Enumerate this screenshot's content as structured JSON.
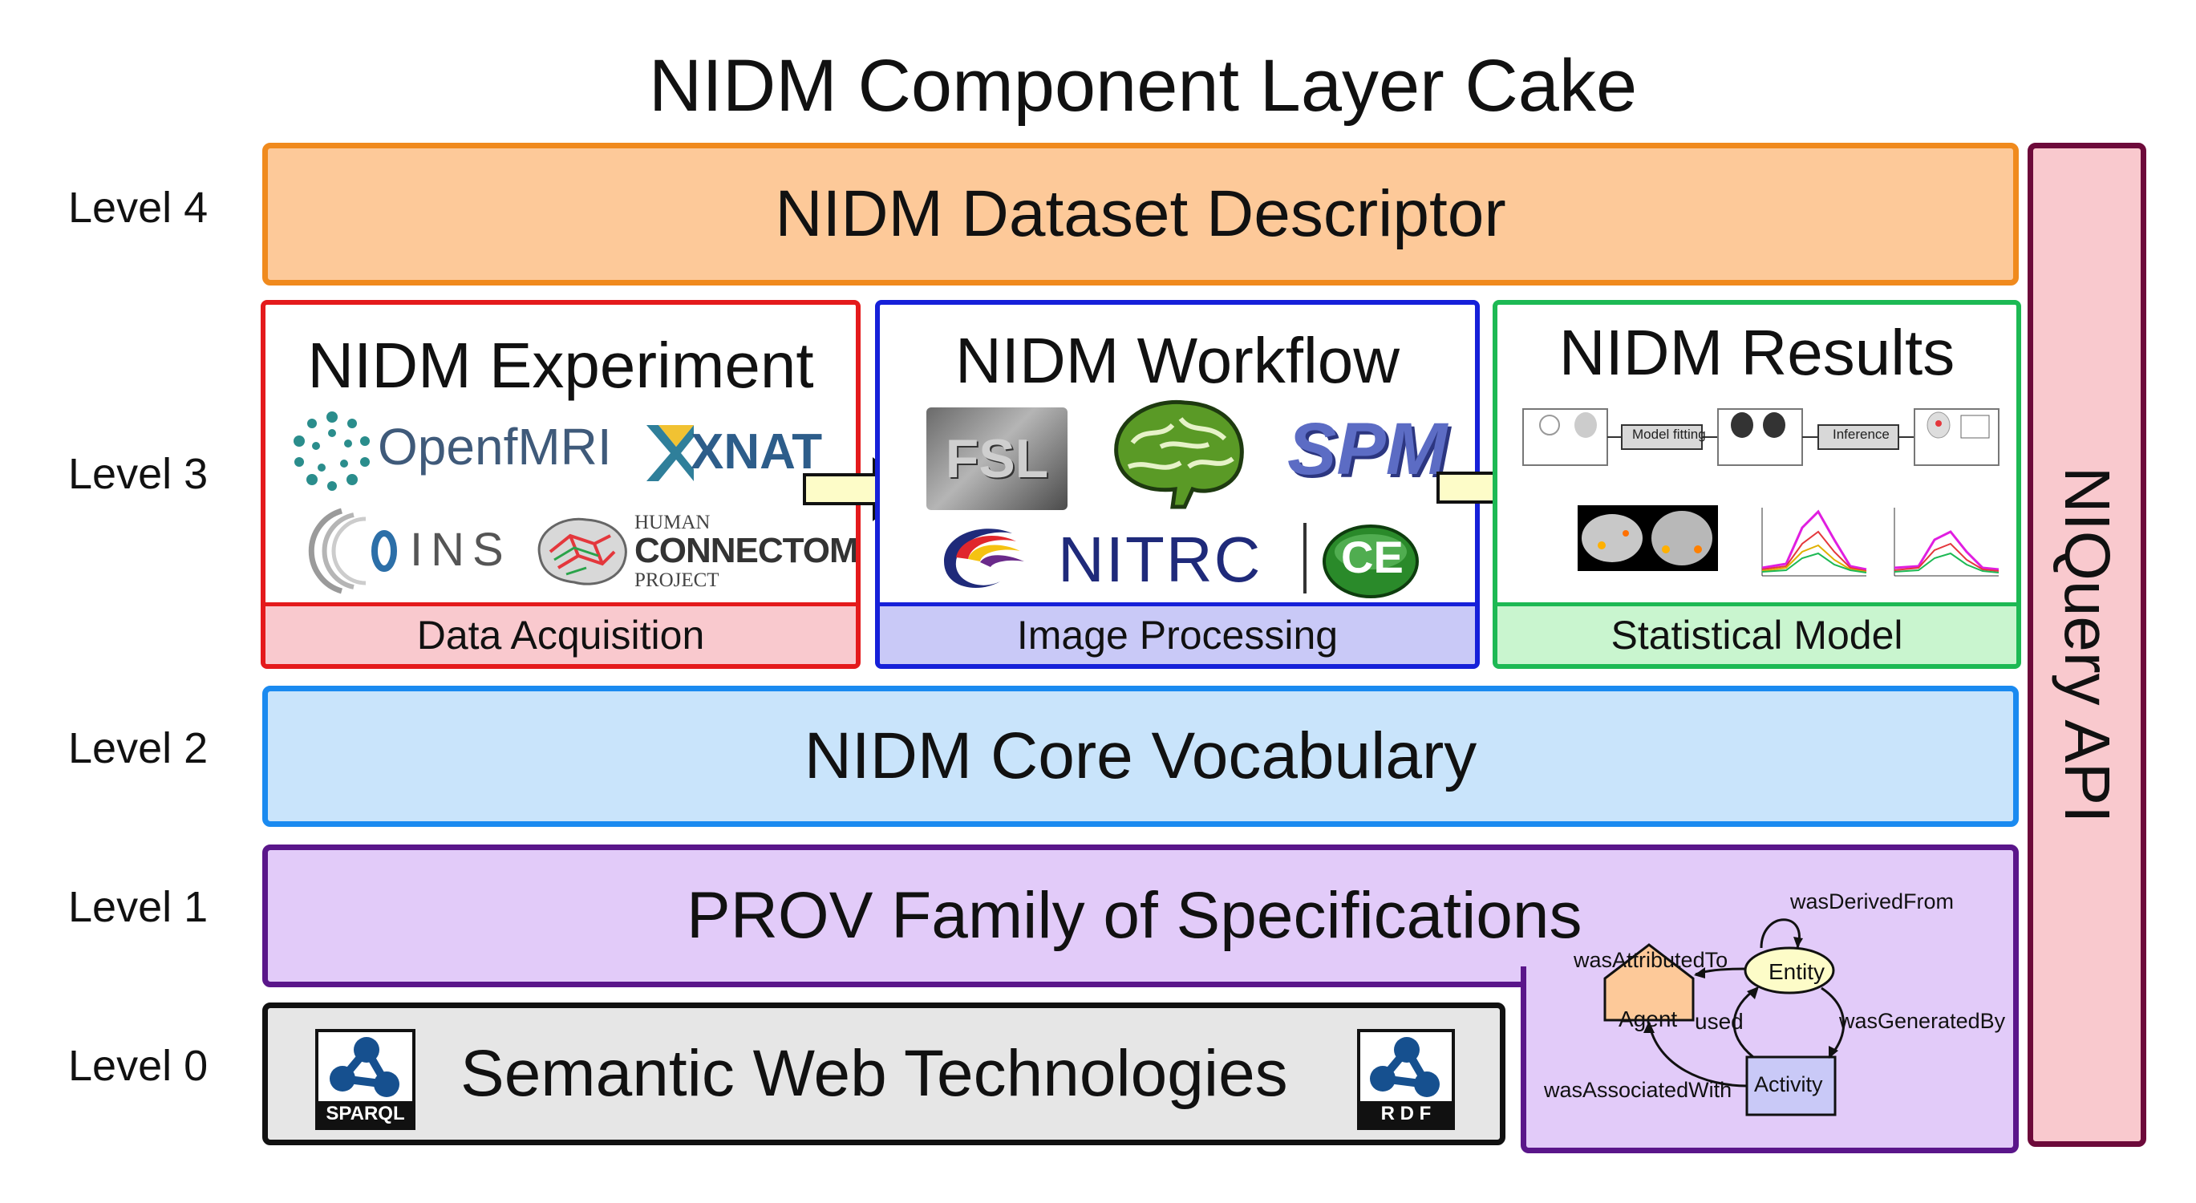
{
  "title": "NIDM Component Layer Cake",
  "levels": {
    "l4": "Level 4",
    "l3": "Level 3",
    "l2": "Level 2",
    "l1": "Level 1",
    "l0": "Level 0"
  },
  "level4": {
    "label": "NIDM Dataset Descriptor"
  },
  "level3": {
    "experiment": {
      "title": "NIDM Experiment",
      "footer": "Data Acquisition",
      "logos": {
        "openfmri": "OpenfMRI",
        "xnat": "XNAT",
        "oins": "INS",
        "hcp_human": "HUMAN",
        "hcp_connectome": "CONNECTOME",
        "hcp_project": "PROJECT"
      }
    },
    "workflow": {
      "title": "NIDM Workflow",
      "footer": "Image Processing",
      "logos": {
        "fsl": "FSL",
        "spm": "SPM",
        "nitrc": "NITRC",
        "ce": "CE"
      }
    },
    "results": {
      "title": "NIDM Results",
      "footer": "Statistical Model",
      "flow": {
        "model_fitting": "Model fitting",
        "inference": "Inference"
      }
    }
  },
  "level2": {
    "label": "NIDM Core Vocabulary"
  },
  "level1": {
    "label": "PROV Family of Specifications",
    "prov": {
      "entity": "Entity",
      "agent": "Agent",
      "activity": "Activity",
      "was_derived_from": "wasDerivedFrom",
      "was_attributed_to": "wasAttributedTo",
      "used": "used",
      "was_generated_by": "wasGeneratedBy",
      "was_associated_with": "wasAssociatedWith"
    }
  },
  "level0": {
    "label": "Semantic Web Technologies",
    "sparql": "SPARQL",
    "rdf": "R D F"
  },
  "side": {
    "label": "NIQuery API"
  },
  "colors": {
    "level4_fill": "#fdc999",
    "level4_border": "#f08a1d",
    "experiment_border": "#e41a1c",
    "experiment_footer": "#f9c9ce",
    "workflow_border": "#1620d9",
    "workflow_footer": "#c9c9f7",
    "results_border": "#1db954",
    "results_footer": "#c9f5cf",
    "level2_fill": "#c9e4fb",
    "level2_border": "#1a8af0",
    "level1_fill": "#e2cbf9",
    "level1_border": "#5a168a",
    "level0_fill": "#e6e6e6",
    "level0_border": "#111111",
    "niquery_fill": "#f9c9ce",
    "niquery_border": "#6d0a3a"
  }
}
